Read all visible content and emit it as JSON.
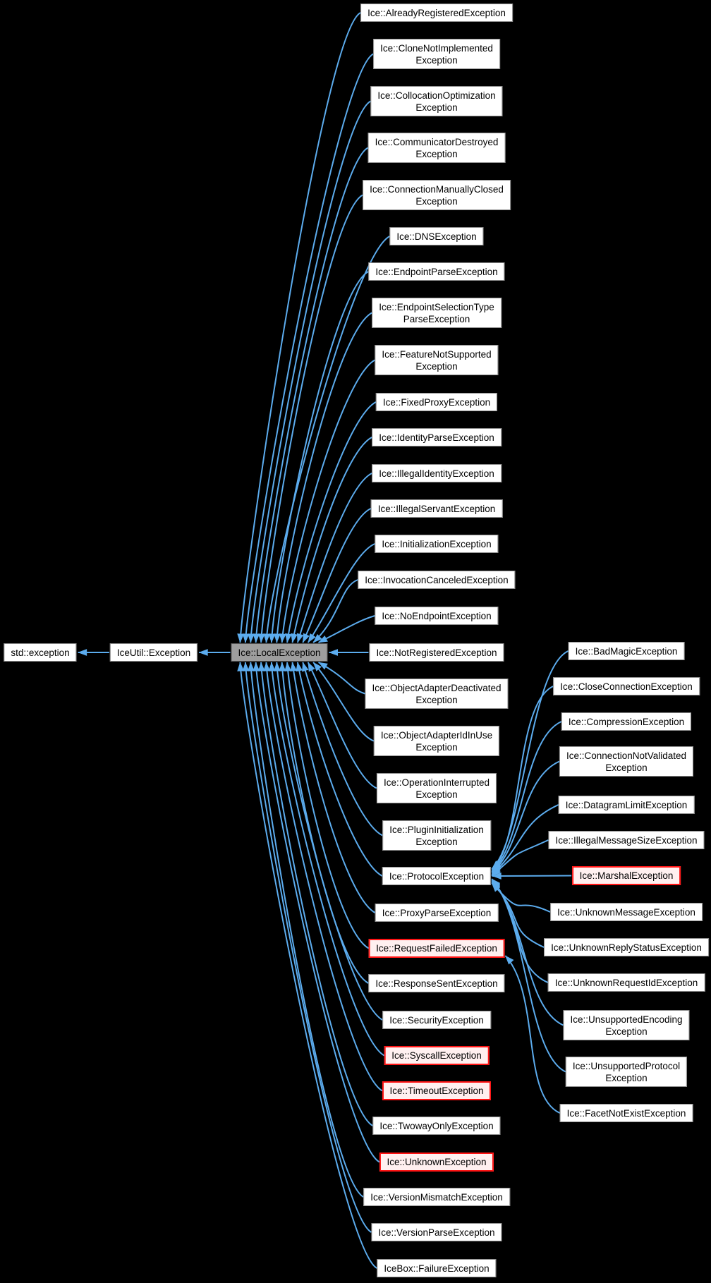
{
  "diagram": {
    "kind": "inheritance-graph",
    "colors": {
      "background": "#000000",
      "edge": "#5CACEE",
      "box_fill": "#FFFFFF",
      "box_border": "#8F8F8F",
      "highlight_fill": "#9E9E9E",
      "highlight_border": "#5A5A5A",
      "truncated_fill": "#FFF0F0",
      "truncated_border": "#FF1414",
      "text": "#000000"
    },
    "nodes": [
      {
        "id": "std-exception",
        "label": [
          "std::exception"
        ],
        "style": "default"
      },
      {
        "id": "iceutil-exception",
        "label": [
          "IceUtil::Exception"
        ],
        "style": "default"
      },
      {
        "id": "local",
        "label": [
          "Ice::LocalException"
        ],
        "style": "highlight"
      },
      {
        "id": "already-registered",
        "label": [
          "Ice::AlreadyRegisteredException"
        ],
        "style": "default"
      },
      {
        "id": "clone-not-implemented",
        "label": [
          "Ice::CloneNotImplemented",
          "Exception"
        ],
        "style": "default"
      },
      {
        "id": "collocation-optimization",
        "label": [
          "Ice::CollocationOptimization",
          "Exception"
        ],
        "style": "default"
      },
      {
        "id": "communicator-destroyed",
        "label": [
          "Ice::CommunicatorDestroyed",
          "Exception"
        ],
        "style": "default"
      },
      {
        "id": "connection-manually-closed",
        "label": [
          "Ice::ConnectionManuallyClosed",
          "Exception"
        ],
        "style": "default"
      },
      {
        "id": "dns",
        "label": [
          "Ice::DNSException"
        ],
        "style": "default"
      },
      {
        "id": "endpoint-parse",
        "label": [
          "Ice::EndpointParseException"
        ],
        "style": "default"
      },
      {
        "id": "endpoint-selection-type-parse",
        "label": [
          "Ice::EndpointSelectionType",
          "ParseException"
        ],
        "style": "default"
      },
      {
        "id": "feature-not-supported",
        "label": [
          "Ice::FeatureNotSupported",
          "Exception"
        ],
        "style": "default"
      },
      {
        "id": "fixed-proxy",
        "label": [
          "Ice::FixedProxyException"
        ],
        "style": "default"
      },
      {
        "id": "identity-parse",
        "label": [
          "Ice::IdentityParseException"
        ],
        "style": "default"
      },
      {
        "id": "illegal-identity",
        "label": [
          "Ice::IllegalIdentityException"
        ],
        "style": "default"
      },
      {
        "id": "illegal-servant",
        "label": [
          "Ice::IllegalServantException"
        ],
        "style": "default"
      },
      {
        "id": "initialization",
        "label": [
          "Ice::InitializationException"
        ],
        "style": "default"
      },
      {
        "id": "invocation-canceled",
        "label": [
          "Ice::InvocationCanceledException"
        ],
        "style": "default"
      },
      {
        "id": "no-endpoint",
        "label": [
          "Ice::NoEndpointException"
        ],
        "style": "default"
      },
      {
        "id": "not-registered",
        "label": [
          "Ice::NotRegisteredException"
        ],
        "style": "default"
      },
      {
        "id": "object-adapter-deactivated",
        "label": [
          "Ice::ObjectAdapterDeactivated",
          "Exception"
        ],
        "style": "default"
      },
      {
        "id": "object-adapter-id-in-use",
        "label": [
          "Ice::ObjectAdapterIdInUse",
          "Exception"
        ],
        "style": "default"
      },
      {
        "id": "operation-interrupted",
        "label": [
          "Ice::OperationInterrupted",
          "Exception"
        ],
        "style": "default"
      },
      {
        "id": "plugin-initialization",
        "label": [
          "Ice::PluginInitialization",
          "Exception"
        ],
        "style": "default"
      },
      {
        "id": "protocol",
        "label": [
          "Ice::ProtocolException"
        ],
        "style": "default"
      },
      {
        "id": "proxy-parse",
        "label": [
          "Ice::ProxyParseException"
        ],
        "style": "default"
      },
      {
        "id": "request-failed",
        "label": [
          "Ice::RequestFailedException"
        ],
        "style": "truncated"
      },
      {
        "id": "response-sent",
        "label": [
          "Ice::ResponseSentException"
        ],
        "style": "default"
      },
      {
        "id": "security",
        "label": [
          "Ice::SecurityException"
        ],
        "style": "default"
      },
      {
        "id": "syscall",
        "label": [
          "Ice::SyscallException"
        ],
        "style": "truncated"
      },
      {
        "id": "timeout",
        "label": [
          "Ice::TimeoutException"
        ],
        "style": "truncated"
      },
      {
        "id": "twoway-only",
        "label": [
          "Ice::TwowayOnlyException"
        ],
        "style": "default"
      },
      {
        "id": "unknown",
        "label": [
          "Ice::UnknownException"
        ],
        "style": "truncated"
      },
      {
        "id": "version-mismatch",
        "label": [
          "Ice::VersionMismatchException"
        ],
        "style": "default"
      },
      {
        "id": "version-parse",
        "label": [
          "Ice::VersionParseException"
        ],
        "style": "default"
      },
      {
        "id": "icebox-failure",
        "label": [
          "IceBox::FailureException"
        ],
        "style": "default"
      },
      {
        "id": "bad-magic",
        "label": [
          "Ice::BadMagicException"
        ],
        "style": "default"
      },
      {
        "id": "close-connection",
        "label": [
          "Ice::CloseConnectionException"
        ],
        "style": "default"
      },
      {
        "id": "compression",
        "label": [
          "Ice::CompressionException"
        ],
        "style": "default"
      },
      {
        "id": "connection-not-validated",
        "label": [
          "Ice::ConnectionNotValidated",
          "Exception"
        ],
        "style": "default"
      },
      {
        "id": "datagram-limit",
        "label": [
          "Ice::DatagramLimitException"
        ],
        "style": "default"
      },
      {
        "id": "illegal-message-size",
        "label": [
          "Ice::IllegalMessageSizeException"
        ],
        "style": "default"
      },
      {
        "id": "marshal",
        "label": [
          "Ice::MarshalException"
        ],
        "style": "truncated"
      },
      {
        "id": "unknown-message",
        "label": [
          "Ice::UnknownMessageException"
        ],
        "style": "default"
      },
      {
        "id": "unknown-reply-status",
        "label": [
          "Ice::UnknownReplyStatusException"
        ],
        "style": "default"
      },
      {
        "id": "unknown-request-id",
        "label": [
          "Ice::UnknownRequestIdException"
        ],
        "style": "default"
      },
      {
        "id": "unsupported-encoding",
        "label": [
          "Ice::UnsupportedEncoding",
          "Exception"
        ],
        "style": "default"
      },
      {
        "id": "unsupported-protocol",
        "label": [
          "Ice::UnsupportedProtocol",
          "Exception"
        ],
        "style": "default"
      },
      {
        "id": "facet-not-exist",
        "label": [
          "Ice::FacetNotExistException"
        ],
        "style": "default"
      }
    ],
    "edges": [
      {
        "from": "iceutil-exception",
        "to": "std-exception"
      },
      {
        "from": "local",
        "to": "iceutil-exception"
      },
      {
        "from": "already-registered",
        "to": "local"
      },
      {
        "from": "clone-not-implemented",
        "to": "local"
      },
      {
        "from": "collocation-optimization",
        "to": "local"
      },
      {
        "from": "communicator-destroyed",
        "to": "local"
      },
      {
        "from": "connection-manually-closed",
        "to": "local"
      },
      {
        "from": "dns",
        "to": "local"
      },
      {
        "from": "endpoint-parse",
        "to": "local"
      },
      {
        "from": "endpoint-selection-type-parse",
        "to": "local"
      },
      {
        "from": "feature-not-supported",
        "to": "local"
      },
      {
        "from": "fixed-proxy",
        "to": "local"
      },
      {
        "from": "identity-parse",
        "to": "local"
      },
      {
        "from": "illegal-identity",
        "to": "local"
      },
      {
        "from": "illegal-servant",
        "to": "local"
      },
      {
        "from": "initialization",
        "to": "local"
      },
      {
        "from": "invocation-canceled",
        "to": "local"
      },
      {
        "from": "no-endpoint",
        "to": "local"
      },
      {
        "from": "not-registered",
        "to": "local"
      },
      {
        "from": "object-adapter-deactivated",
        "to": "local"
      },
      {
        "from": "object-adapter-id-in-use",
        "to": "local"
      },
      {
        "from": "operation-interrupted",
        "to": "local"
      },
      {
        "from": "plugin-initialization",
        "to": "local"
      },
      {
        "from": "protocol",
        "to": "local"
      },
      {
        "from": "proxy-parse",
        "to": "local"
      },
      {
        "from": "request-failed",
        "to": "local"
      },
      {
        "from": "response-sent",
        "to": "local"
      },
      {
        "from": "security",
        "to": "local"
      },
      {
        "from": "syscall",
        "to": "local"
      },
      {
        "from": "timeout",
        "to": "local"
      },
      {
        "from": "twoway-only",
        "to": "local"
      },
      {
        "from": "unknown",
        "to": "local"
      },
      {
        "from": "version-mismatch",
        "to": "local"
      },
      {
        "from": "version-parse",
        "to": "local"
      },
      {
        "from": "icebox-failure",
        "to": "local"
      },
      {
        "from": "bad-magic",
        "to": "protocol"
      },
      {
        "from": "close-connection",
        "to": "protocol"
      },
      {
        "from": "compression",
        "to": "protocol"
      },
      {
        "from": "connection-not-validated",
        "to": "protocol"
      },
      {
        "from": "datagram-limit",
        "to": "protocol"
      },
      {
        "from": "illegal-message-size",
        "to": "protocol"
      },
      {
        "from": "marshal",
        "to": "protocol"
      },
      {
        "from": "unknown-message",
        "to": "protocol"
      },
      {
        "from": "unknown-reply-status",
        "to": "protocol"
      },
      {
        "from": "unknown-request-id",
        "to": "protocol"
      },
      {
        "from": "unsupported-encoding",
        "to": "protocol"
      },
      {
        "from": "unsupported-protocol",
        "to": "protocol"
      },
      {
        "from": "facet-not-exist",
        "to": "request-failed"
      }
    ]
  }
}
